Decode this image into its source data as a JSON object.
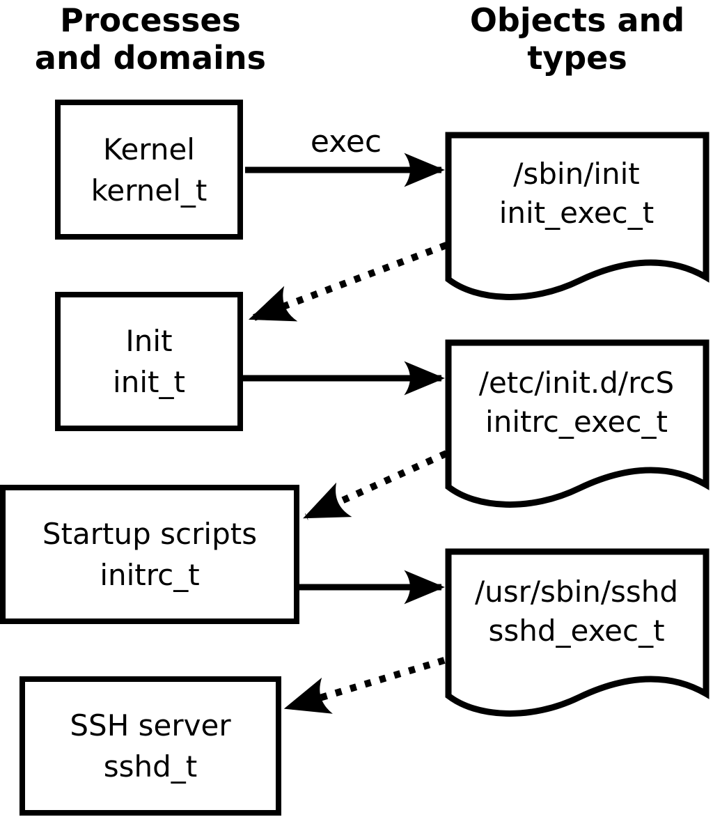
{
  "headings": {
    "left": {
      "line1": "Processes",
      "line2": "and domains"
    },
    "right": {
      "line1": "Objects and",
      "line2": "types"
    }
  },
  "nodes": {
    "kernel": {
      "name": "Kernel",
      "type": "kernel_t"
    },
    "init": {
      "name": "Init",
      "type": "init_t"
    },
    "startup": {
      "name": "Startup scripts",
      "type": "initrc_t"
    },
    "sshd": {
      "name": "SSH server",
      "type": "sshd_t"
    }
  },
  "objects": {
    "init_exec": {
      "path": "/sbin/init",
      "type": "init_exec_t"
    },
    "initrc_exec": {
      "path": "/etc/init.d/rcS",
      "type": "initrc_exec_t"
    },
    "sshd_exec": {
      "path": "/usr/sbin/sshd",
      "type": "sshd_exec_t"
    }
  },
  "labels": {
    "exec": "exec"
  },
  "edges": [
    {
      "from": "kernel",
      "to": "init_exec",
      "style": "solid",
      "label": "exec"
    },
    {
      "from": "init_exec",
      "to": "init",
      "style": "dotted",
      "label": ""
    },
    {
      "from": "init",
      "to": "initrc_exec",
      "style": "solid",
      "label": ""
    },
    {
      "from": "initrc_exec",
      "to": "startup",
      "style": "dotted",
      "label": ""
    },
    {
      "from": "startup",
      "to": "sshd_exec",
      "style": "solid",
      "label": ""
    },
    {
      "from": "sshd_exec",
      "to": "sshd",
      "style": "dotted",
      "label": ""
    }
  ],
  "colors": {
    "foreground": "#000000",
    "background": "#ffffff"
  }
}
